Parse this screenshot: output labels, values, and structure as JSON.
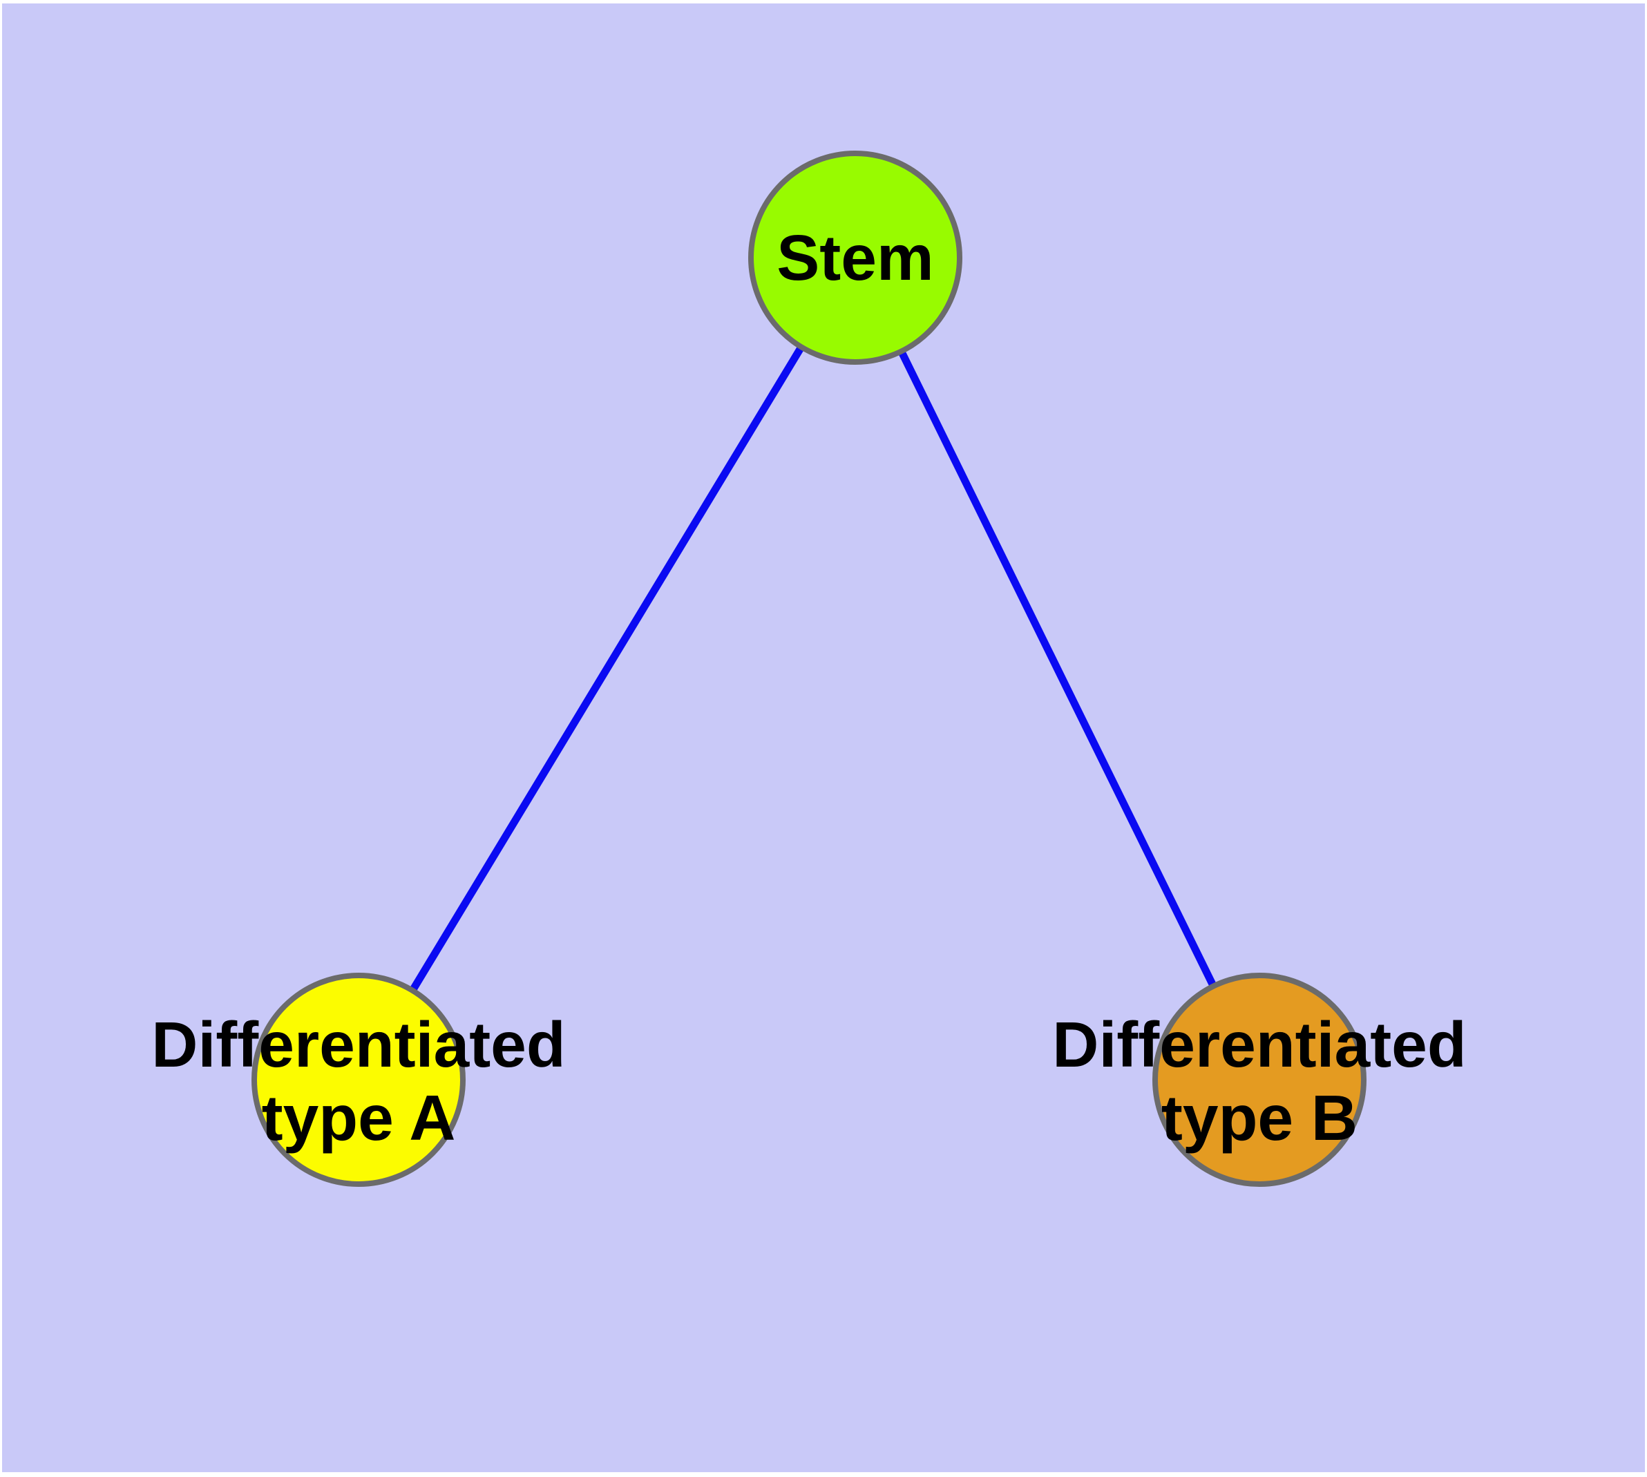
{
  "diagram": {
    "description": "Cell differentiation graph",
    "background_color": "#c9c9f8",
    "frame_color": "#ffffff",
    "edge_color": "#0a0af2",
    "node_border_color": "#6b6b6b",
    "label_color": "#000000",
    "nodes": [
      {
        "id": "stem",
        "label": "Stem",
        "label_line1": "Stem",
        "label_line2": "",
        "fill": "#98fb00"
      },
      {
        "id": "differentiated-type-a",
        "label": "Differentiated type A",
        "label_line1": "Differentiated",
        "label_line2": "type A",
        "fill": "#fcfc00"
      },
      {
        "id": "differentiated-type-b",
        "label": "Differentiated type B",
        "label_line1": "Differentiated",
        "label_line2": "type B",
        "fill": "#e49b21"
      }
    ],
    "edges": [
      {
        "from": "Stem",
        "to": "Differentiated type A"
      },
      {
        "from": "Stem",
        "to": "Differentiated type B"
      }
    ]
  }
}
